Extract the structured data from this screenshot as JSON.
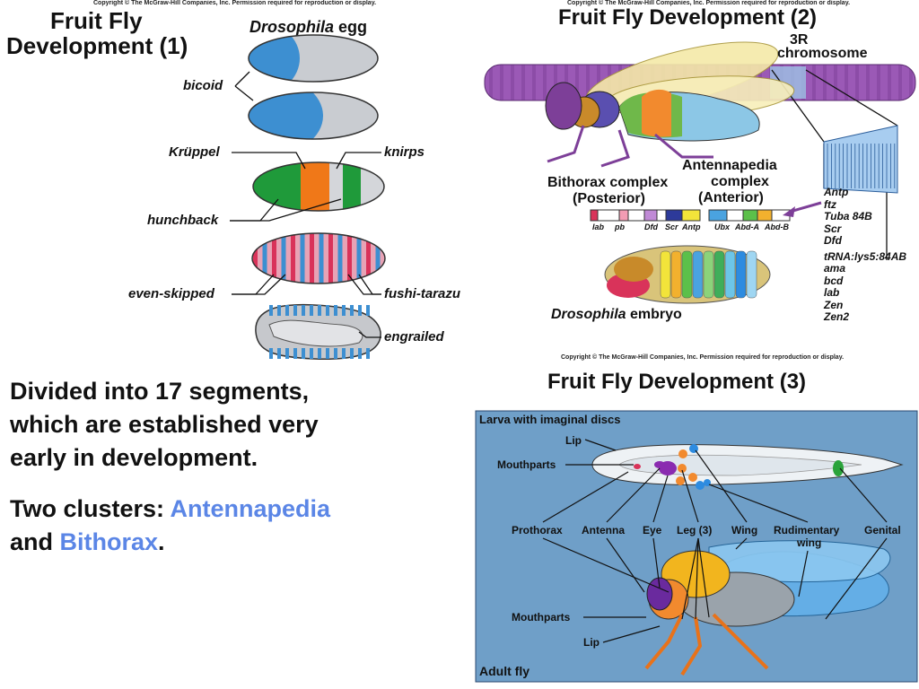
{
  "copyright": "Copyright © The McGraw-Hill Companies, Inc. Permission required for reproduction or display.",
  "panel1": {
    "title_line1": "Fruit Fly",
    "title_line2": "Development (1)",
    "egg_label_italic": "Drosophila",
    "egg_label_rest": " egg",
    "genes": {
      "bicoid": "bicoid",
      "kruppel": "Krüppel",
      "knirps": "knirps",
      "hunchback": "hunchback",
      "even_skipped": "even-skipped",
      "fushi_tarazu": "fushi-tarazu",
      "engrailed": "engrailed"
    }
  },
  "panel2": {
    "title": "Fruit Fly Development (2)",
    "chromosome_line1": "3R",
    "chromosome_line2": "chromosome",
    "antennapedia_line1": "Antennapedia",
    "antennapedia_line2": "complex",
    "antennapedia_line3": "(Anterior)",
    "bithorax_line1": "Bithorax complex",
    "bithorax_line2": "(Posterior)",
    "complex_genes": [
      "lab",
      "pb",
      "Dfd",
      "Scr",
      "Antp",
      "Ubx",
      "Abd-A",
      "Abd-B"
    ],
    "gene_list": [
      "Antp",
      "ftz",
      "Tuba 84B",
      "Scr",
      "Dfd",
      "tRNA:lys5:84AB",
      "ama",
      "bcd",
      "lab",
      "Zen",
      "Zen2"
    ],
    "embryo_italic": "Drosophila",
    "embryo_rest": " embryo"
  },
  "text": {
    "para1_line1": "Divided into 17 segments,",
    "para1_line2": "which are established very",
    "para1_line3": "early in development.",
    "para2_prefix": "Two clusters: ",
    "para2_antennapedia": "Antennapedia",
    "para2_and": "and ",
    "para2_bithorax": "Bithorax",
    "para2_suffix": "."
  },
  "panel3": {
    "title": "Fruit Fly Development (3)",
    "larva_label": "Larva with imaginal discs",
    "adult_label": "Adult fly",
    "labels": {
      "lip_top": "Lip",
      "mouthparts_top": "Mouthparts",
      "prothorax": "Prothorax",
      "antenna": "Antenna",
      "eye": "Eye",
      "leg": "Leg (3)",
      "wing": "Wing",
      "rudimentary1": "Rudimentary",
      "rudimentary2": "wing",
      "genital": "Genital",
      "mouthparts_bottom": "Mouthparts",
      "lip_bottom": "Lip"
    }
  },
  "colors": {
    "accent_blue": "#5b86e6",
    "egg_blue": "#3d8fd1",
    "egg_gray": "#c9ccd1",
    "hunchback_green": "#1f9a3a",
    "kruppel_orange": "#f07818",
    "pair_red": "#d9335a",
    "chromosome_purple": "#9b59b6",
    "panel3_bg": "#6f9fc8"
  }
}
